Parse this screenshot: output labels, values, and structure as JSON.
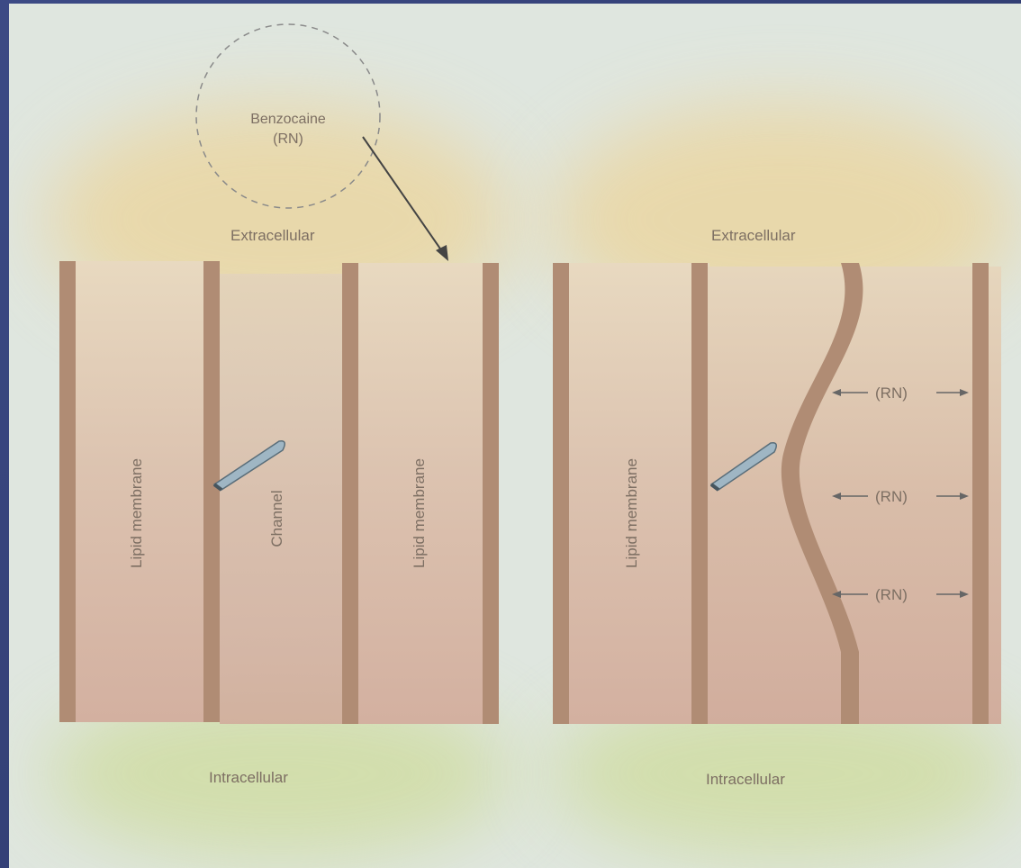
{
  "molecule": {
    "name": "Benzocaine",
    "formula": "(RN)"
  },
  "left_panel": {
    "extracellular": "Extracellular",
    "intracellular": "Intracellular",
    "lipid_left": "Lipid membrane",
    "channel": "Channel",
    "lipid_right": "Lipid membrane"
  },
  "right_panel": {
    "extracellular": "Extracellular",
    "intracellular": "Intracellular",
    "lipid_left": "Lipid membrane",
    "rn_labels": [
      "(RN)",
      "(RN)",
      "(RN)"
    ]
  },
  "colors": {
    "membrane_wall": "#b08c74",
    "membrane_fill": "#d8b8a6",
    "extracellular_glow": "#ecd49a",
    "intracellular_glow": "#cfdca0",
    "label_text": "#7d6f63",
    "frame": "#2f3d6e"
  }
}
